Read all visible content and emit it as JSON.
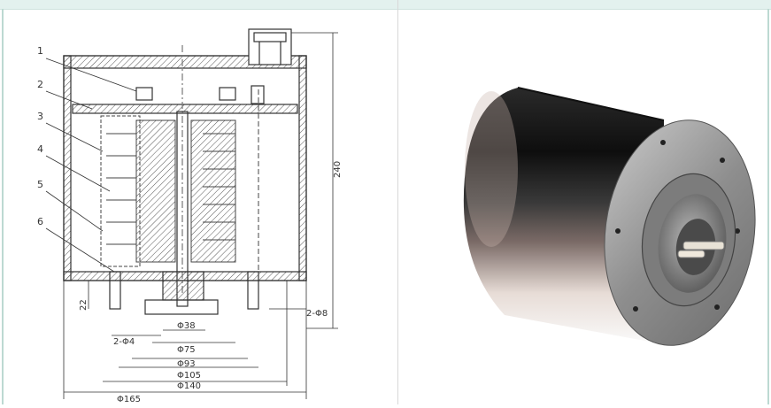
{
  "drawing": {
    "part_labels": [
      "1",
      "2",
      "3",
      "4",
      "5",
      "6"
    ],
    "dimensions": {
      "height": "240",
      "left_height": "22",
      "holes_right": "2-Φ8",
      "holes_left": "2-Φ4",
      "d38": "Φ38",
      "d75": "Φ75",
      "d93": "Φ93",
      "d105": "Φ105",
      "d140": "Φ140",
      "d165": "Φ165"
    }
  },
  "photo": {
    "colors": {
      "body_dark": "#1a1a1a",
      "body_light": "#e6e6e6",
      "flange": "#9a9a9a"
    }
  }
}
